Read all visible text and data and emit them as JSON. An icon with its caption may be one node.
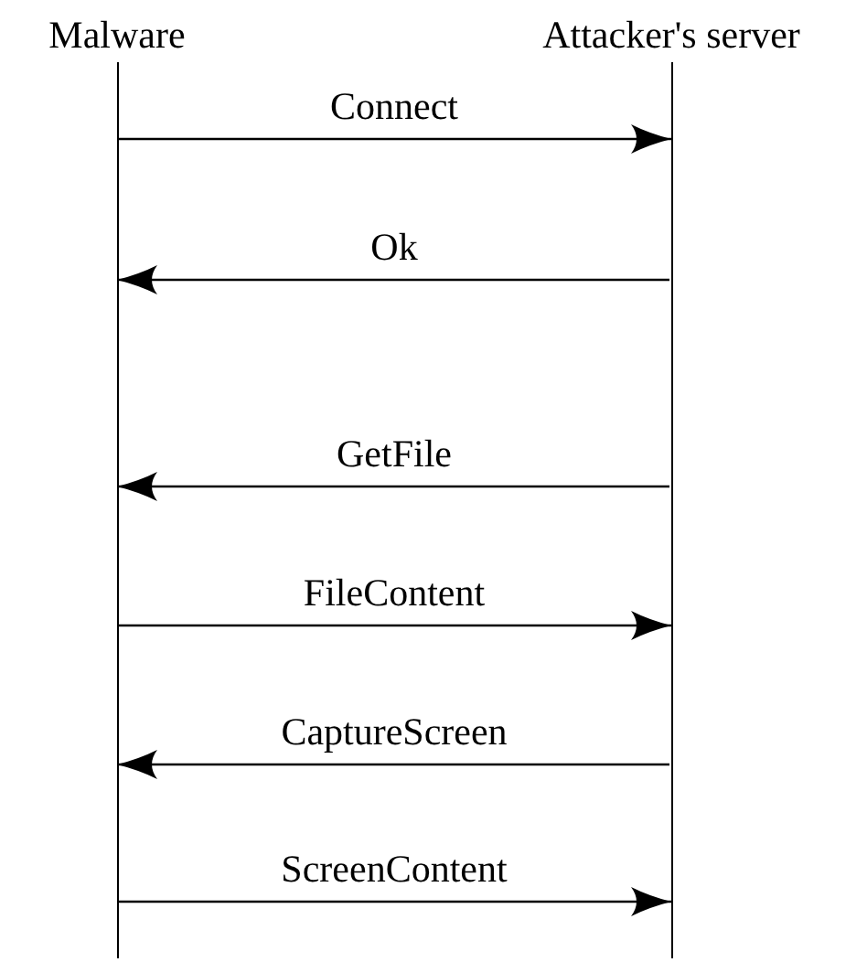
{
  "diagram": {
    "nodes": [
      {
        "text": [
          "Malware"
        ]
      },
      {
        "text": [
          "Attacker's server"
        ]
      },
      {
        "text": [],
        "shape": "line"
      },
      {
        "text": [],
        "shape": "line"
      }
    ],
    "edges": [
      {
        "from": 2,
        "to": 3,
        "arrow": "to",
        "label": "Connect"
      },
      {
        "from": 3,
        "to": 2,
        "arrow": "to",
        "label": "Ok"
      },
      {
        "from": 3,
        "to": 2,
        "arrow": "to",
        "label": "GetFile"
      },
      {
        "from": 2,
        "to": 3,
        "arrow": "to",
        "label": "FileContent"
      },
      {
        "from": 3,
        "to": 2,
        "arrow": "to",
        "label": "CaptureScreen"
      },
      {
        "from": 2,
        "to": 3,
        "arrow": "to",
        "label": "ScreenContent"
      }
    ]
  }
}
